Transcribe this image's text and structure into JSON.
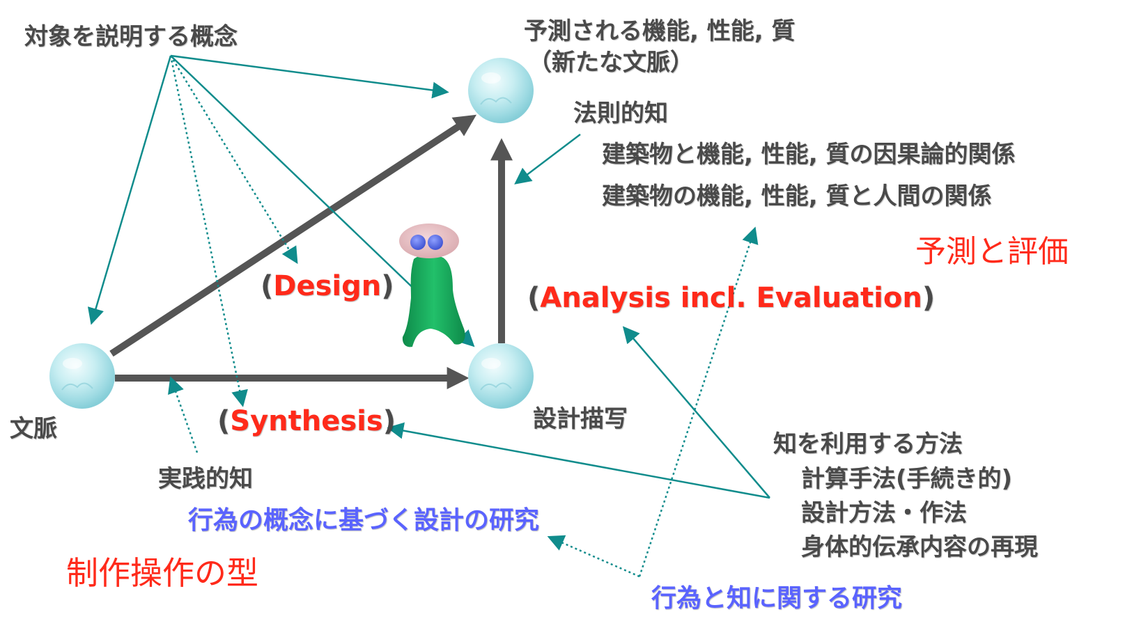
{
  "labels": {
    "concept": "対象を説明する概念",
    "predicted": "予測される機能, 性能, 質",
    "new_context": "（新たな文脈）",
    "nomological": "法則的知",
    "causal": "建築物と機能, 性能, 質の因果論的関係",
    "human_rel": "建築物の機能, 性能, 質と人間の関係",
    "predict_eval": "予測と評価",
    "design": "Design",
    "analysis": "Analysis incl. Evaluation",
    "context": "文脈",
    "description": "設計描写",
    "synthesis": "Synthesis",
    "practical": "実践的知",
    "act_research": "行為の概念に基づく設計の研究",
    "making_type": "制作操作の型",
    "knowledge_use": "知を利用する方法",
    "method1": "計算手法(手続き的)",
    "method2": "設計方法・作法",
    "method3": "身体的伝承内容の再現",
    "act_knowledge": "行為と知に関する研究"
  },
  "colors": {
    "gray_arrow": "#555555",
    "teal": "#108c8c",
    "red": "#ff2a1a",
    "blue": "#5a63ff",
    "text": "#4a4a4a"
  },
  "icons": [
    "sphere-node",
    "figure-character"
  ]
}
